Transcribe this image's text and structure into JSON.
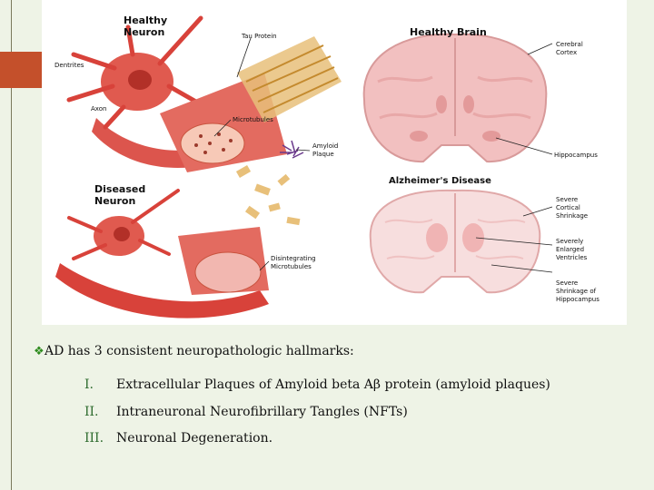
{
  "figure": {
    "labels": {
      "healthy_neuron": "Healthy\nNeuron",
      "diseased_neuron": "Diseased\nNeuron",
      "dendrites": "Dentrites",
      "axon": "Axon",
      "tau_protein": "Tau Protein",
      "microtubules": "Microtubules",
      "amyloid_plaque": "Amyloid\nPlaque",
      "disintegrating_microtubules": "Disintegrating\nMicrotubules",
      "healthy_brain": "Healthy Brain",
      "alzheimers_disease": "Alzheimer's Disease",
      "cerebral_cortex": "Cerebral\nCortex",
      "hippocampus": "Hippocampus",
      "severe_cortical_shrinkage": "Severe\nCortical\nShrinkage",
      "severely_enlarged_ventricles": "Severely\nEnlarged\nVentricles",
      "severe_shrinkage_hippocampus": "Severe\nShrinkage of\nHippocampus"
    }
  },
  "content": {
    "lead": "AD has 3 consistent neuropathologic hallmarks:",
    "items": [
      {
        "num": "I.",
        "text": "Extracellular Plaques of Amyloid beta Aβ protein (amyloid plaques)"
      },
      {
        "num": "II.",
        "text": "Intraneuronal Neurofibrillary Tangles (NFTs)"
      },
      {
        "num": "III.",
        "text": "Neuronal Degeneration."
      }
    ]
  },
  "colors": {
    "background": "#eef3e6",
    "accent": "#c4502b",
    "bullet": "#2e8b1e",
    "numeral": "#2e6b2e",
    "neuron": "#d8423a",
    "brain": "#f2c0c0"
  }
}
